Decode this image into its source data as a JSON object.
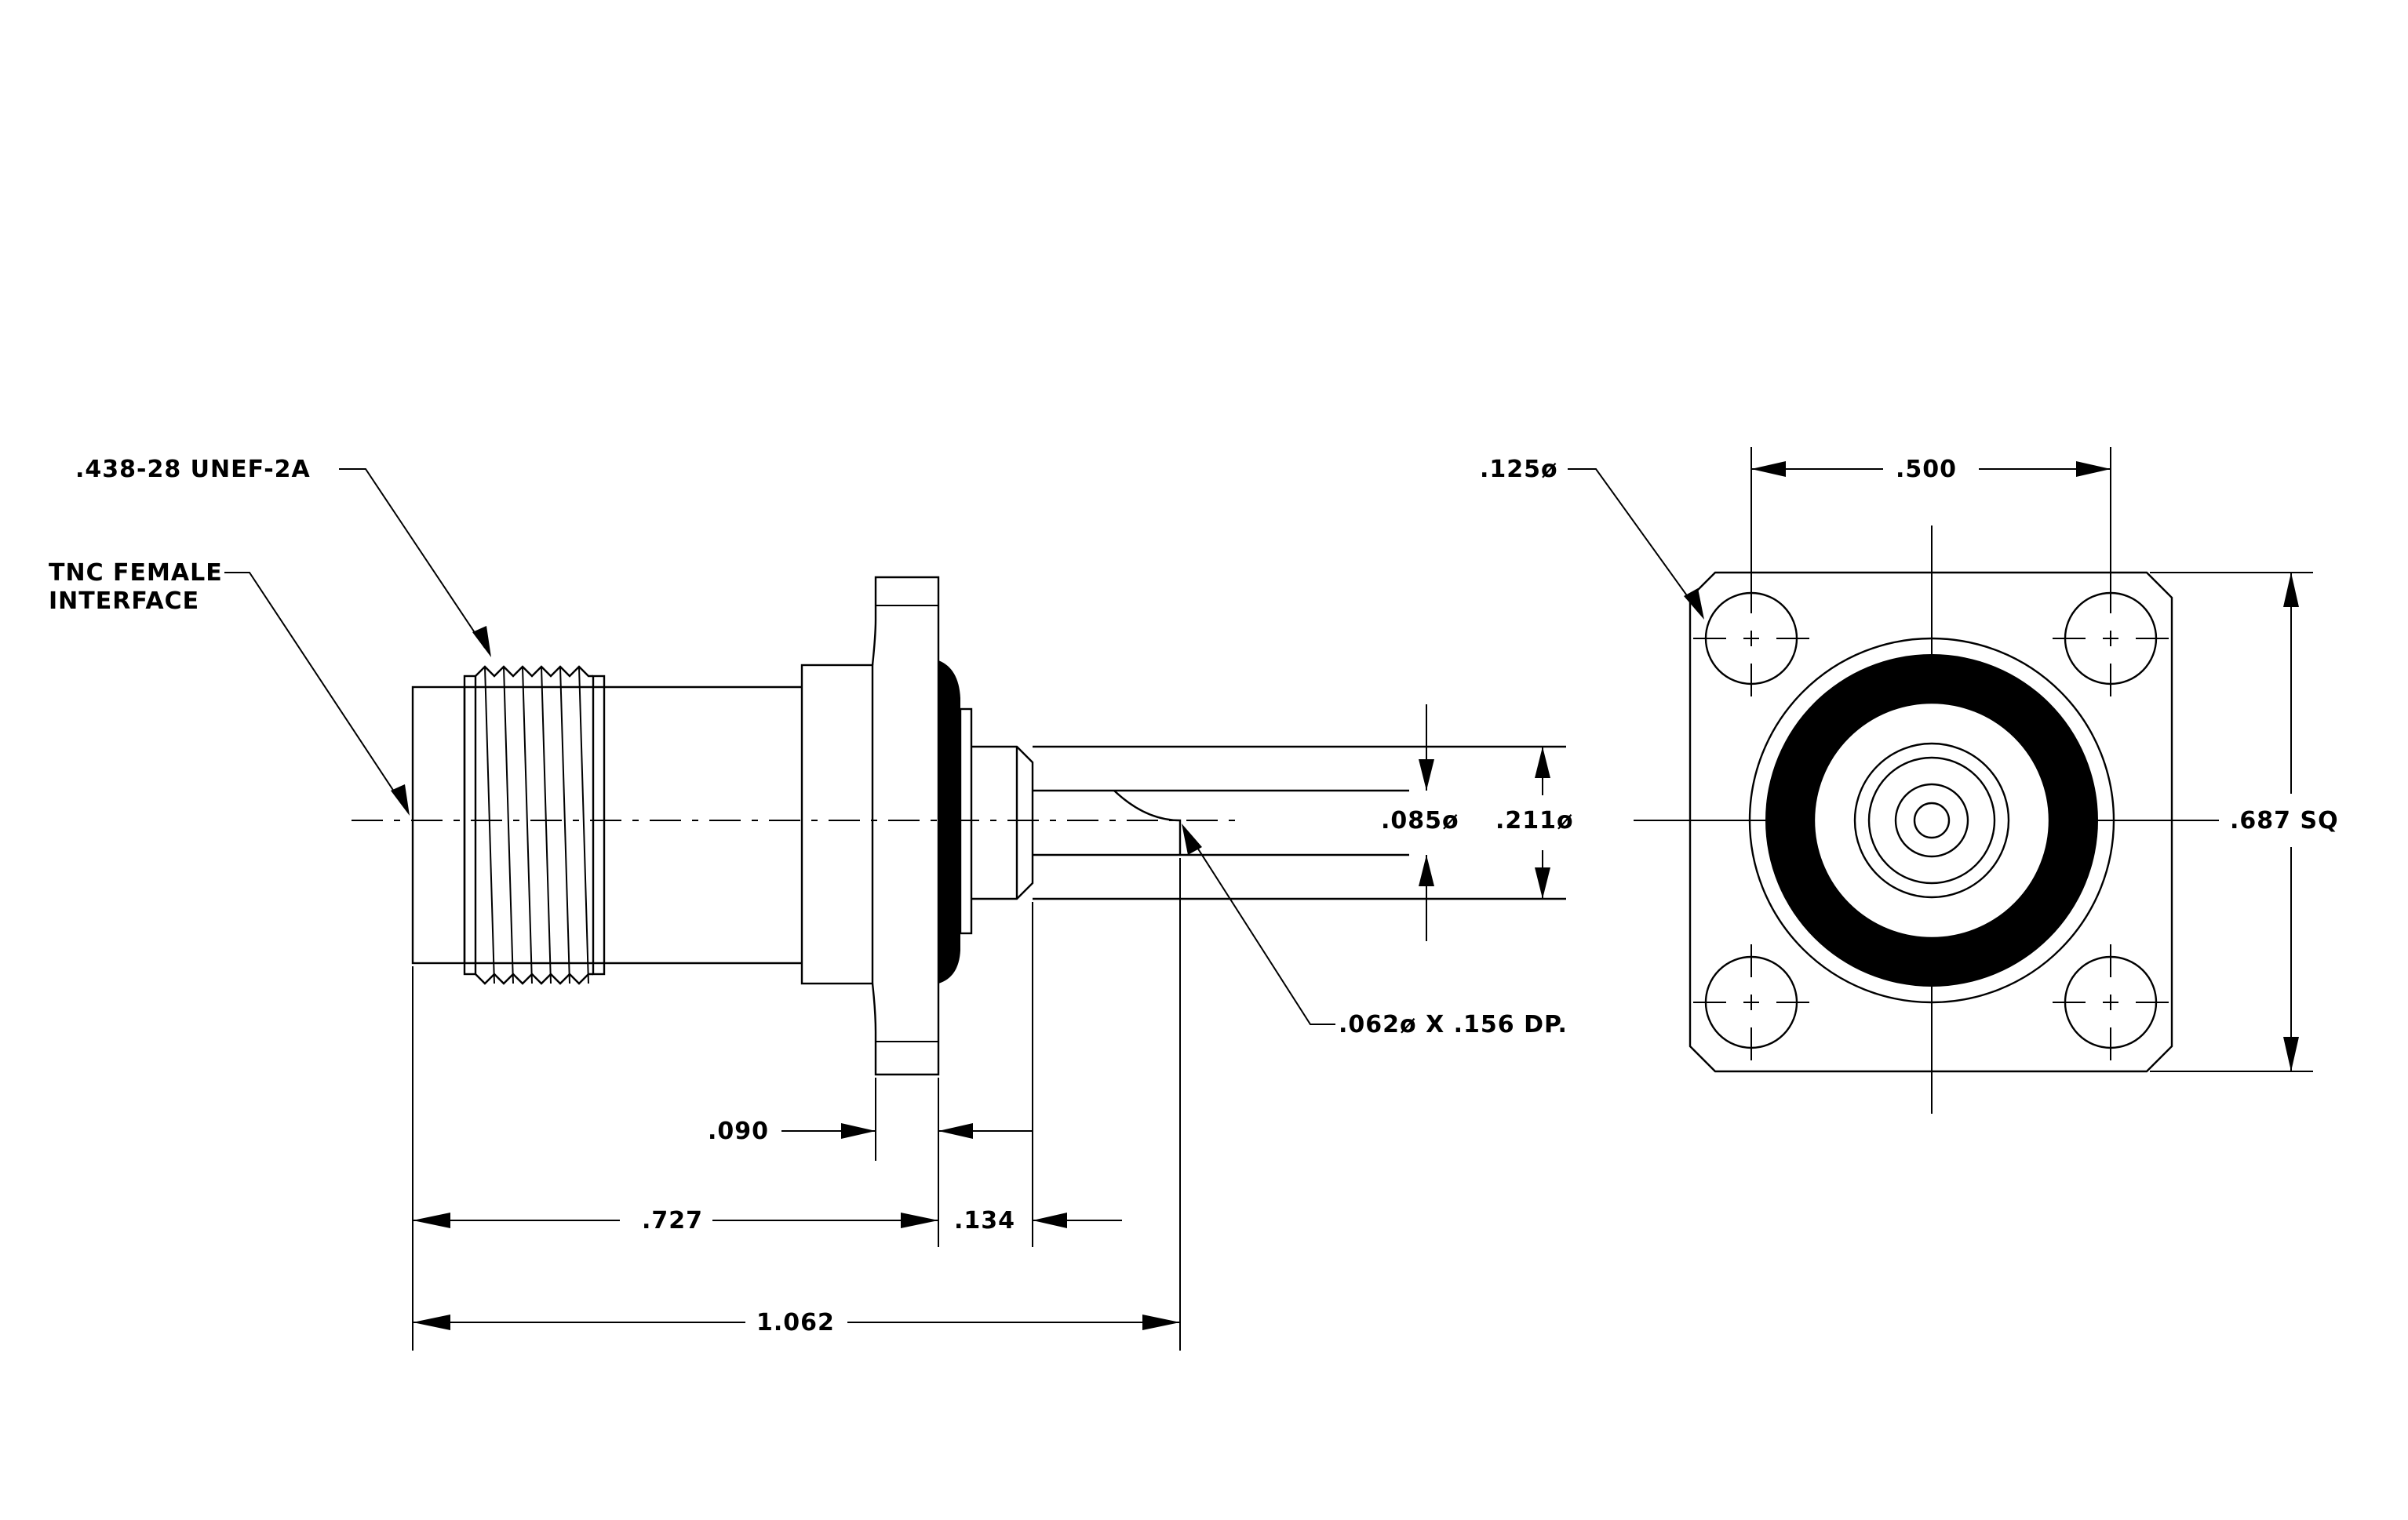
{
  "labels": {
    "thread": ".438-28 UNEF-2A",
    "interface_line1": "TNC FEMALE",
    "interface_line2": "INTERFACE",
    "hole_dia": ".125ø",
    "hole_spacing": ".500",
    "flange_size": ".687 SQ",
    "pin_dia": ".085ø",
    "body_dia": ".211ø",
    "bore": ".062ø  X  .156  DP.",
    "flange_thk": ".090",
    "body_len": ".727",
    "tail_len": ".134",
    "overall_len": "1.062"
  }
}
